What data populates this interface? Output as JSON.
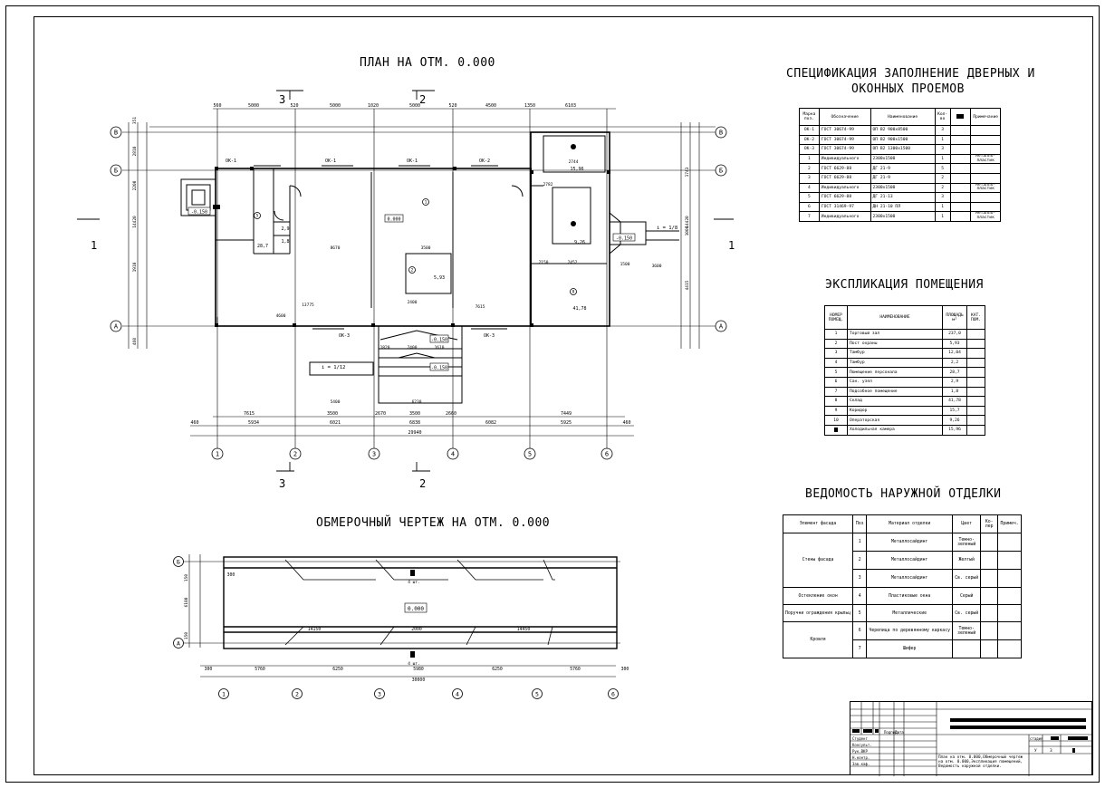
{
  "titles": {
    "plan": "ПЛАН НА ОТМ. 0.000",
    "measure": "ОБМЕРОЧНЫЙ ЧЕРТЕЖ НА ОТМ. 0.000",
    "spec_line1": "СПЕЦИФИКАЦИЯ ЗАПОЛНЕНИЕ ДВЕРНЫХ И",
    "spec_line2": "ОКОННЫХ ПРОЕМОВ",
    "expl": "ЭКСПЛИКАЦИЯ ПОМЕЩЕНИЯ",
    "finish": "ВЕДОМОСТЬ НАРУЖНОЙ ОТДЕЛКИ"
  },
  "spec": {
    "headers": [
      "Марка поз.",
      "Обозначение",
      "Наименование",
      "Кол-во",
      "",
      "Примечание"
    ],
    "rows": [
      [
        "ОК-1",
        "ГОСТ 30674-99",
        "ОП В2 900х8500",
        "3",
        "",
        ""
      ],
      [
        "ОК-2",
        "ГОСТ 30674-99",
        "ОП В2 900х1500",
        "1",
        "",
        ""
      ],
      [
        "ОК-3",
        "ГОСТ 30674-99",
        "ОП В2 1300х1500",
        "3",
        "",
        ""
      ],
      [
        "1",
        "Индивидуального",
        "2300х1500",
        "1",
        "",
        "Металло-пластик"
      ],
      [
        "2",
        "ГОСТ 6629-88",
        "ДГ 21-9",
        "5",
        "",
        ""
      ],
      [
        "3",
        "ГОСТ 6629-88",
        "ДГ 21-9",
        "2",
        "",
        ""
      ],
      [
        "4",
        "Индивидуального",
        "2300х1500",
        "2",
        "",
        "Металло-пластик"
      ],
      [
        "5",
        "ГОСТ 6629-88",
        "ДГ 21-13",
        "3",
        "",
        ""
      ],
      [
        "6",
        "ГОСТ 31469-97",
        "ДН 21-10 ПЛ",
        "1",
        "",
        ""
      ],
      [
        "7",
        "Индивидуального",
        "2300х1500",
        "1",
        "",
        "Металло-пластик"
      ]
    ]
  },
  "expl": {
    "headers": [
      "НОМЕР ПОМЕЩ.",
      "НАИМЕНОВАНИЕ",
      "ПЛОЩАДЬ м²",
      "КАТ. ПОМ."
    ],
    "rows": [
      [
        "1",
        "Торговый зал",
        "237,0",
        ""
      ],
      [
        "2",
        "Пост охраны",
        "5,93",
        ""
      ],
      [
        "3",
        "Тамбур",
        "12,04",
        ""
      ],
      [
        "4",
        "Тамбур",
        "2,2",
        ""
      ],
      [
        "5",
        "Помещение персонала",
        "28,7",
        ""
      ],
      [
        "6",
        "Сан. узел",
        "2,9",
        ""
      ],
      [
        "7",
        "Подсобное помещение",
        "1,8",
        ""
      ],
      [
        "8",
        "Склад",
        "41,78",
        ""
      ],
      [
        "9",
        "Коридор",
        "15,7",
        ""
      ],
      [
        "10",
        "Операторская",
        "9,26",
        ""
      ],
      [
        "",
        "Холодильная камера",
        "15,96",
        ""
      ]
    ]
  },
  "finish": {
    "headers": [
      "Элемент фасада",
      "Поз",
      "Материал отделки",
      "Цвет",
      "Ко-лер",
      "Примеч."
    ],
    "group1": "Стены фасада",
    "rows": [
      [
        "1",
        "Металлосайдинг",
        "Темно-зеленый"
      ],
      [
        "2",
        "Металлосайдинг",
        "Желтый"
      ],
      [
        "3",
        "Металлосайдинг",
        "Св. серый"
      ]
    ],
    "row4": [
      "Остекление окон",
      "4",
      "Пластиковые окна",
      "Серый"
    ],
    "row5": [
      "Поручни ограждения крыльц",
      "5",
      "Металлические",
      "Св. серый"
    ],
    "group6": "Кровля",
    "row6": [
      "6",
      "Черепица по деревянному каркасу",
      "Темно-зеленый"
    ],
    "row7": [
      "7",
      "Шифер",
      ""
    ]
  },
  "plan": {
    "axes_letters": [
      "В",
      "Б",
      "А"
    ],
    "axes_numbers": [
      "1",
      "2",
      "3",
      "4",
      "5",
      "6"
    ],
    "top_dims": [
      "560",
      "5000",
      "520",
      "5000",
      "1020",
      "5000",
      "520",
      "4500",
      "1350",
      "6103"
    ],
    "bot_dims_row1": [
      "7615",
      "3500",
      "2670",
      "3500",
      "2660",
      "7449"
    ],
    "bot_dims_row2": [
      "460",
      "5934",
      "6021",
      "6838",
      "6082",
      "5925",
      "460"
    ],
    "bot_total": "29940",
    "left_dims": [
      "351",
      "2810",
      "2200",
      "14420",
      "1910",
      "460"
    ],
    "right_dims": [
      "1743",
      "14420",
      "1000",
      "4415"
    ],
    "elev": "0.000",
    "elev2": "-0.150",
    "slope": "i = 1/12",
    "slope2": "i = 1/8",
    "window_labels": [
      "ОК-1",
      "ОК-1",
      "ОК-1",
      "ОК-2",
      "ОК-3",
      "ОК-3",
      "ОК-3"
    ],
    "inner_dims": [
      "8670",
      "3500",
      "2400",
      "1820",
      "2400",
      "1610",
      "13775",
      "5400",
      "6230",
      "4600",
      "7615",
      "3600",
      "1500",
      "2452",
      "2150",
      "2744",
      "2782"
    ],
    "room_areas": [
      "15,96",
      "28,7",
      "5,93",
      "41,78",
      "9,26",
      "2,9",
      "1,8"
    ],
    "section_marks": [
      "3",
      "2",
      "1",
      "1",
      "3",
      "2"
    ]
  },
  "measure": {
    "axes_letters": [
      "Б",
      "А"
    ],
    "axes_numbers": [
      "1",
      "2",
      "3",
      "4",
      "5",
      "6"
    ],
    "dims": [
      "300",
      "5760",
      "6250",
      "5980",
      "6250",
      "5760",
      "300"
    ],
    "total": "30000",
    "inner": [
      "14150",
      "2000",
      "14450"
    ],
    "left": [
      "150",
      "6180",
      "150"
    ],
    "elev": "0.000",
    "count": "4 шт."
  },
  "stamp": {
    "roles": [
      "Студент",
      "Консульт.",
      "Рук.ВКР",
      "Н.контр.",
      "Зав.каф."
    ],
    "header_cells": [
      "Подпись",
      "Дата"
    ],
    "stage_label": "стадия",
    "stage": "У",
    "sheet": "3",
    "desc": "План на отм. 0.000,Обмерочный чертеж на отм. 0.000,Экспликация помещений, Ведомость наружной отделки."
  }
}
